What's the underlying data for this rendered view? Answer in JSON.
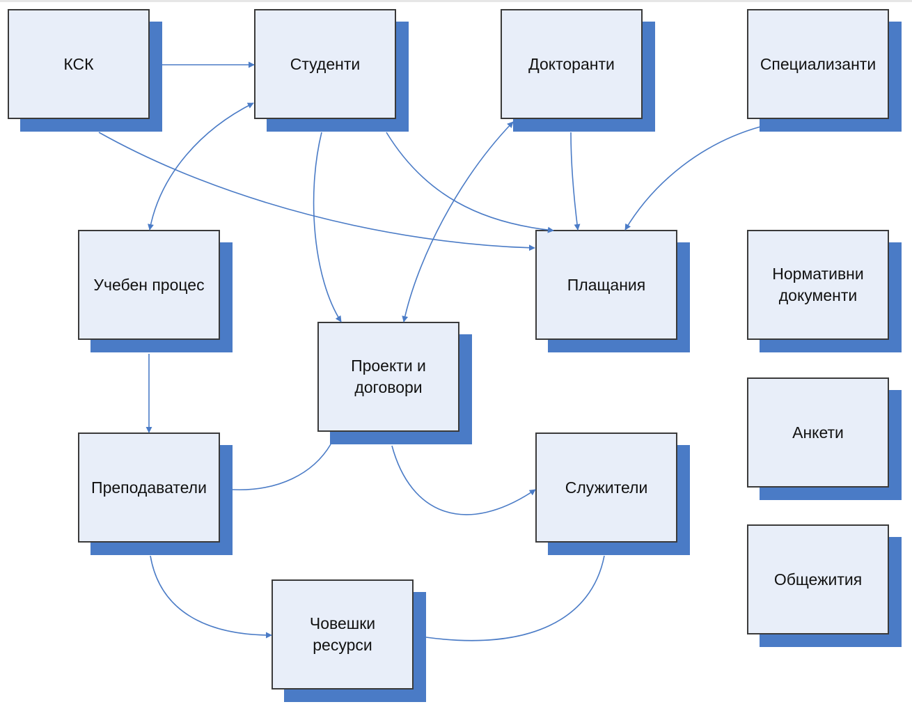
{
  "colors": {
    "box_fill": "#e8eef9",
    "box_border": "#3a3a3a",
    "shadow": "#4a7bc6",
    "connector": "#4a7bc6"
  },
  "nodes": {
    "ksk": "КСК",
    "studenti": "Студенти",
    "doktoranti": "Докторанти",
    "specializanti": "Специализанти",
    "ucheben_proces": "Учебен процес",
    "plashtania": "Плащания",
    "normativni_dokumenti": "Нормативни\nдокументи",
    "proekti": "Проекти и\nдоговори",
    "prepodavateli": "Преподаватели",
    "sluzhiteli": "Служители",
    "anketi": "Анкети",
    "obshtezhitia": "Общежития",
    "choveshki_resursi": "Човешки\nресурси"
  },
  "connections": [
    {
      "from": "КСК",
      "to": "Студенти",
      "arrow": "end"
    },
    {
      "from": "КСК",
      "to": "Плащания",
      "arrow": "end"
    },
    {
      "from": "Студенти",
      "to": "Учебен процес",
      "arrow": "both"
    },
    {
      "from": "Студенти",
      "to": "Проекти и договори",
      "arrow": "end"
    },
    {
      "from": "Студенти",
      "to": "Плащания",
      "arrow": "end"
    },
    {
      "from": "Докторанти",
      "to": "Плащания",
      "arrow": "end"
    },
    {
      "from": "Докторанти",
      "to": "Проекти и договори",
      "arrow": "both"
    },
    {
      "from": "Специализанти",
      "to": "Плащания",
      "arrow": "end"
    },
    {
      "from": "Учебен процес",
      "to": "Преподаватели",
      "arrow": "end"
    },
    {
      "from": "Преподаватели",
      "to": "Проекти и договори",
      "arrow": "none"
    },
    {
      "from": "Проекти и договори",
      "to": "Служители",
      "arrow": "end"
    },
    {
      "from": "Преподаватели",
      "to": "Човешки ресурси",
      "arrow": "end"
    },
    {
      "from": "Служители",
      "to": "Човешки ресурси",
      "arrow": "none"
    }
  ]
}
